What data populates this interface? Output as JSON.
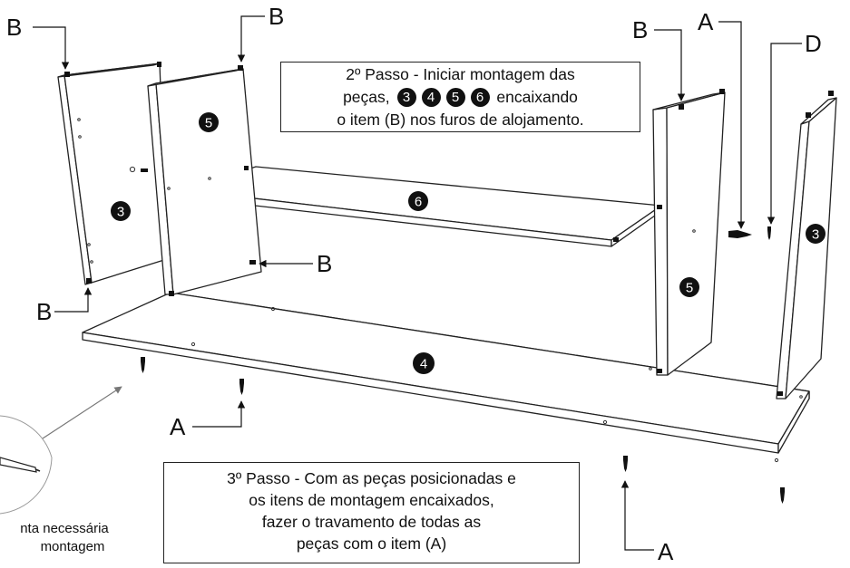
{
  "step2": {
    "line1": "2º Passo - Iniciar montagem das",
    "line2_prefix": "peças,",
    "badges": [
      "3",
      "4",
      "5",
      "6"
    ],
    "line2_suffix": "encaixando",
    "line3": "o item (B) nos furos de alojamento."
  },
  "step3": {
    "lines": [
      "3º Passo - Com as peças posicionadas e",
      "os itens de montagem encaixados,",
      "fazer o travamento de todas as",
      "peças com o item (A)"
    ]
  },
  "tool": {
    "caption_line1": "nta necessária",
    "caption_line2": "montagem"
  },
  "letters": {
    "a": "A",
    "b": "B",
    "d": "D"
  },
  "panels": {
    "left_side": "3",
    "left_divider": "5",
    "shelf": "6",
    "base": "4",
    "right_divider": "5",
    "right_side": "3"
  }
}
